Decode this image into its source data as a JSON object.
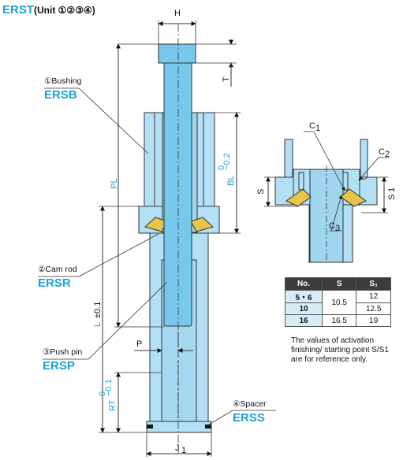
{
  "title": {
    "code": "ERST",
    "unit_text": "(Unit ①②③④)"
  },
  "parts": [
    {
      "label": "①Bushing",
      "code": "ERSB"
    },
    {
      "label": "②Cam rod",
      "code": "ERSR"
    },
    {
      "label": "③Push pin",
      "code": "ERSP"
    },
    {
      "label": "④Spacer",
      "code": "ERSS"
    }
  ],
  "dimensions": {
    "H": "H",
    "T": "T",
    "PL": "PL",
    "BL": "BL",
    "BL_tol_upper": "0",
    "BL_tol_lower": "−0.2",
    "L": "L",
    "L_tol": "±0.1",
    "P": "P",
    "RT": "RT",
    "RT_tol_upper": "0",
    "RT_tol_lower": "−0.1",
    "J1": "J"
  },
  "detail": {
    "C1": "C",
    "C2": "C",
    "C3": "C",
    "S": "S",
    "S1": "S",
    "sub1": "1",
    "sub2": "2",
    "sub3": "3"
  },
  "table": {
    "headers": [
      "No.",
      "S",
      "S₁"
    ],
    "rows": [
      {
        "no": "5・6",
        "S": "10.5",
        "S1": "12"
      },
      {
        "no": "10",
        "S": "10.5",
        "S1": "12.5"
      },
      {
        "no": "16",
        "S": "16.5",
        "S1": "19"
      }
    ]
  },
  "note": "The values of activation finishing/ starting point S/S1 are for reference only.",
  "colors": {
    "body": "#b3e0f5",
    "pin": "#78c8ee",
    "spring": "#e8c54a",
    "accent": "#1aa0d8"
  }
}
